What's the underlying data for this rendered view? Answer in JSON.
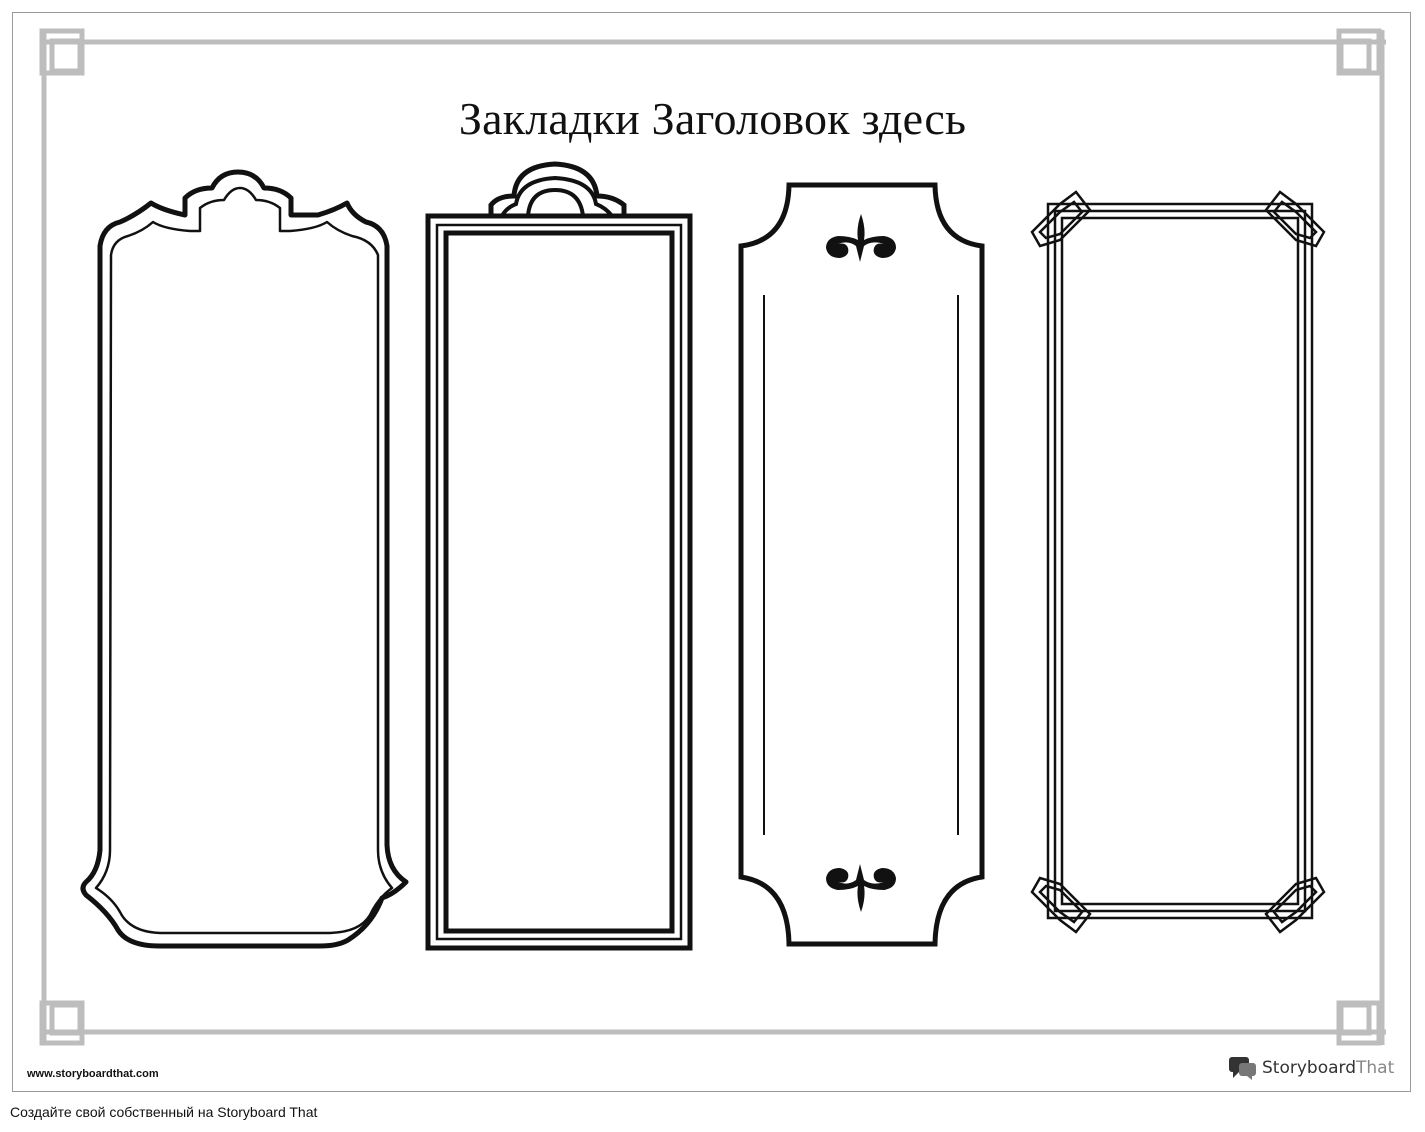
{
  "worksheet": {
    "title": "Закладки Заголовок здесь",
    "url": "www.storyboardthat.com"
  },
  "brand": {
    "name_main": "Storyboard",
    "name_suffix": "That",
    "icon": "storyboard-that-chat-icon"
  },
  "footer": {
    "caption": "Создайте свой собственный на Storyboard That"
  },
  "bookmarks": [
    {
      "style": "ornate-arch-top"
    },
    {
      "style": "hanging-tab-double-frame"
    },
    {
      "style": "scalloped-fleur-de-lis"
    },
    {
      "style": "art-deco-corners"
    }
  ],
  "colors": {
    "frame_border": "#bdbdbd",
    "ink": "#111111",
    "brand_gray": "#888888"
  }
}
